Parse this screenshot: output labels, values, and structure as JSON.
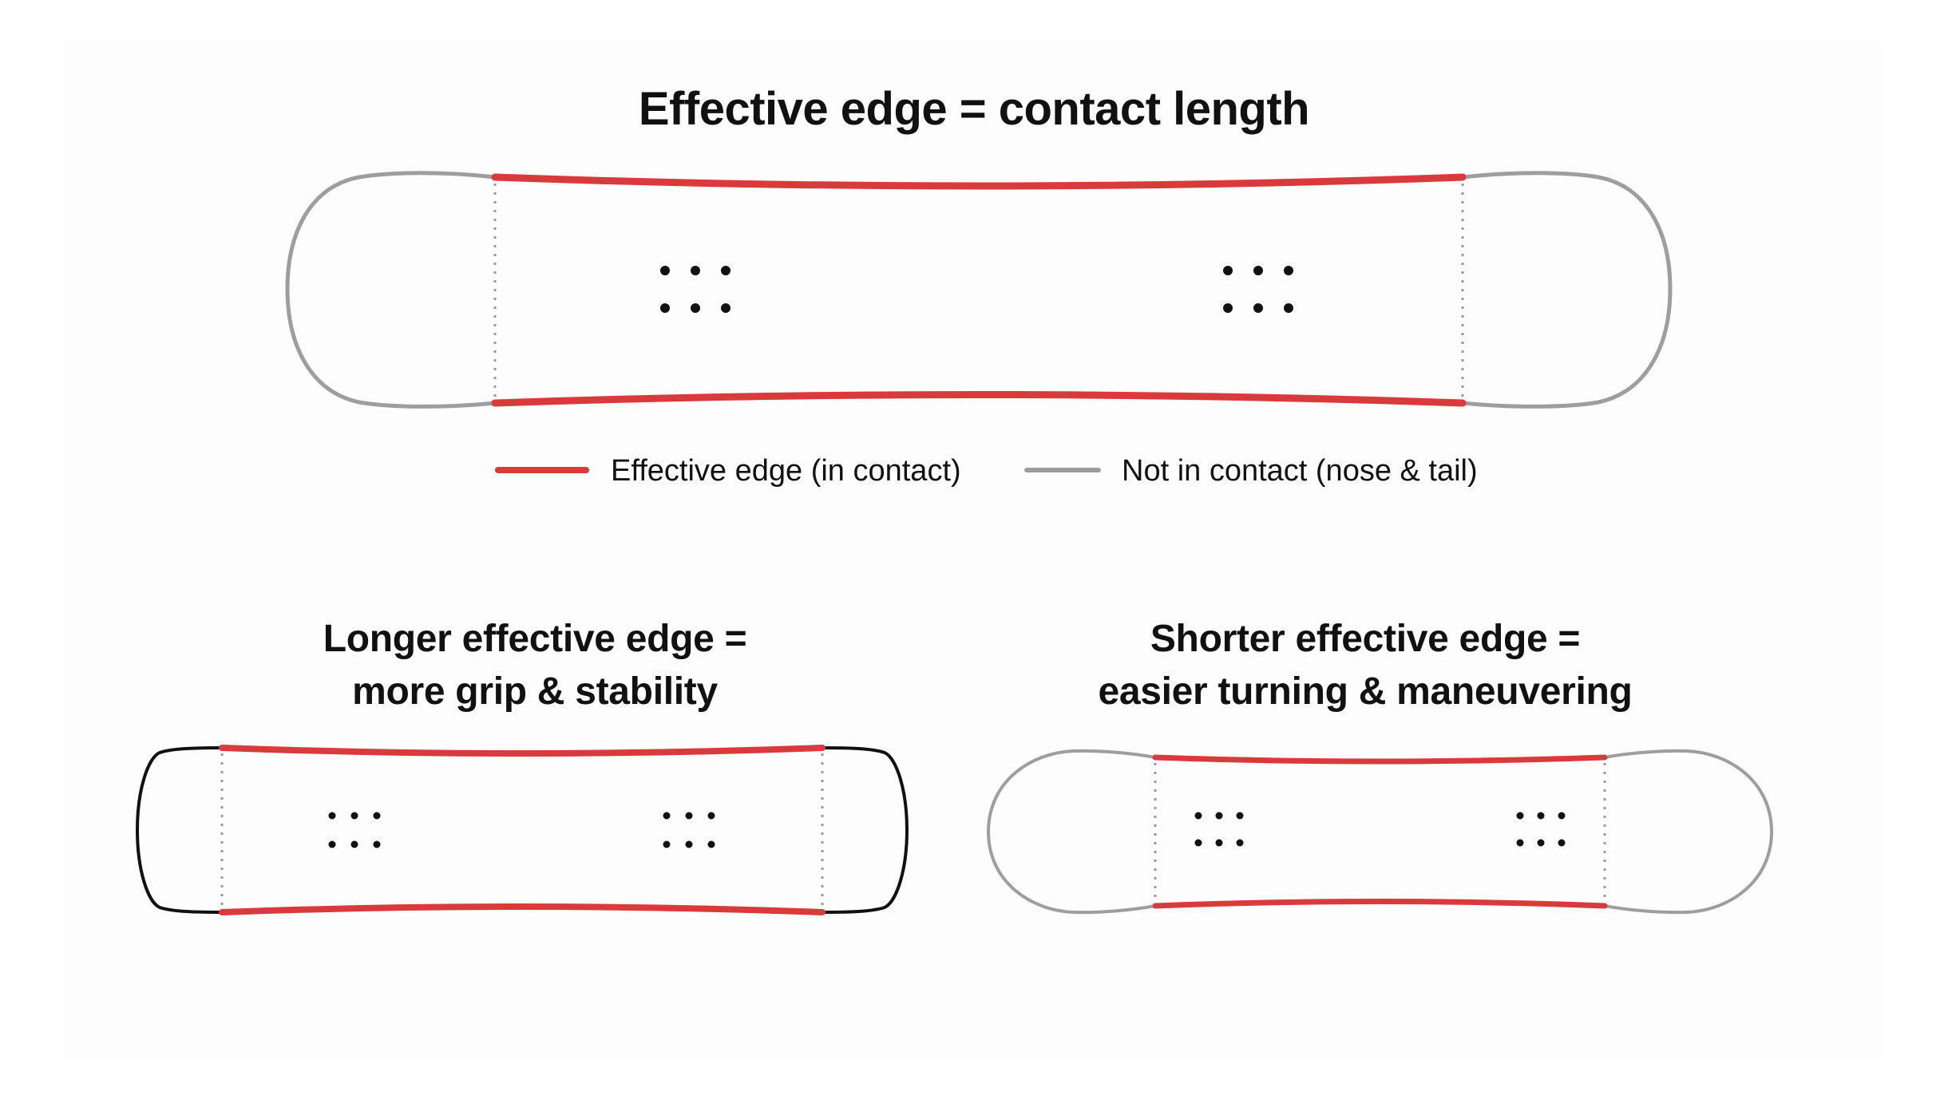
{
  "title": "Effective edge = contact length",
  "legend": [
    {
      "label": "Effective edge (in contact)",
      "color": "#d93a3c"
    },
    {
      "label": "Not in contact (nose & tail)",
      "color": "#9e9e9e"
    }
  ],
  "comparisons": {
    "longer": {
      "line1": "Longer effective edge =",
      "line2": "more grip & stability"
    },
    "shorter": {
      "line1": "Shorter effective edge =",
      "line2": "easier turning & maneuvering"
    }
  },
  "colors": {
    "effective_edge": "#d93a3c",
    "not_in_contact": "#9e9e9e",
    "outline_dark": "#111111",
    "insert_dots": "#111111",
    "contact_divider": "#9a9a9a"
  }
}
